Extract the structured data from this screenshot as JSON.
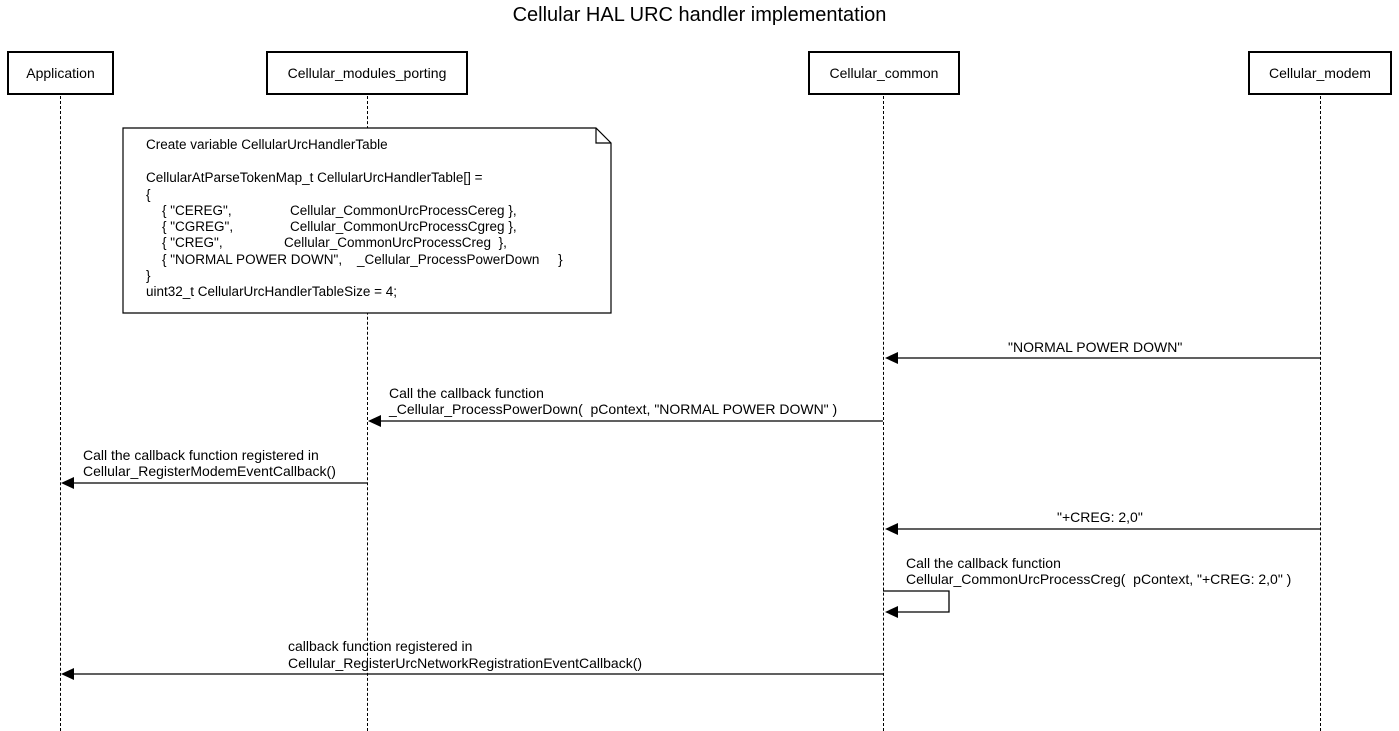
{
  "title": "Cellular HAL URC handler implementation",
  "participants": [
    {
      "id": "application",
      "label": "Application"
    },
    {
      "id": "porting",
      "label": "Cellular_modules_porting"
    },
    {
      "id": "common",
      "label": "Cellular_common"
    },
    {
      "id": "modem",
      "label": "Cellular_modem"
    }
  ],
  "note": {
    "line1": "Create variable CellularUrcHandlerTable",
    "line2": "CellularAtParseTokenMap_t CellularUrcHandlerTable[] =",
    "line3": "{",
    "rows": [
      {
        "token": "{ \"CEREG\",",
        "handler": "Cellular_CommonUrcProcessCereg },"
      },
      {
        "token": "{ \"CGREG\",",
        "handler": "Cellular_CommonUrcProcessCgreg },"
      },
      {
        "token": "{ \"CREG\",",
        "handler": "Cellular_CommonUrcProcessCreg  },"
      },
      {
        "token": "{ \"NORMAL POWER DOWN\",",
        "handler": "_Cellular_ProcessPowerDown     }"
      }
    ],
    "close": "}",
    "size_line": "uint32_t CellularUrcHandlerTableSize = 4;"
  },
  "messages": {
    "m1": {
      "text": "\"NORMAL POWER DOWN\""
    },
    "m2": {
      "line1": "Call the callback function",
      "line2": "_Cellular_ProcessPowerDown(  pContext, \"NORMAL POWER DOWN\" )"
    },
    "m3": {
      "line1": "Call the callback function registered in",
      "line2": "Cellular_RegisterModemEventCallback()"
    },
    "m4": {
      "text": "\"+CREG: 2,0\""
    },
    "m5": {
      "line1": "Call the callback function",
      "line2": "Cellular_CommonUrcProcessCreg(  pContext, \"+CREG: 2,0\" )"
    },
    "m6": {
      "line1": "callback function registered in",
      "line2": "Cellular_RegisterUrcNetworkRegistrationEventCallback()"
    }
  }
}
